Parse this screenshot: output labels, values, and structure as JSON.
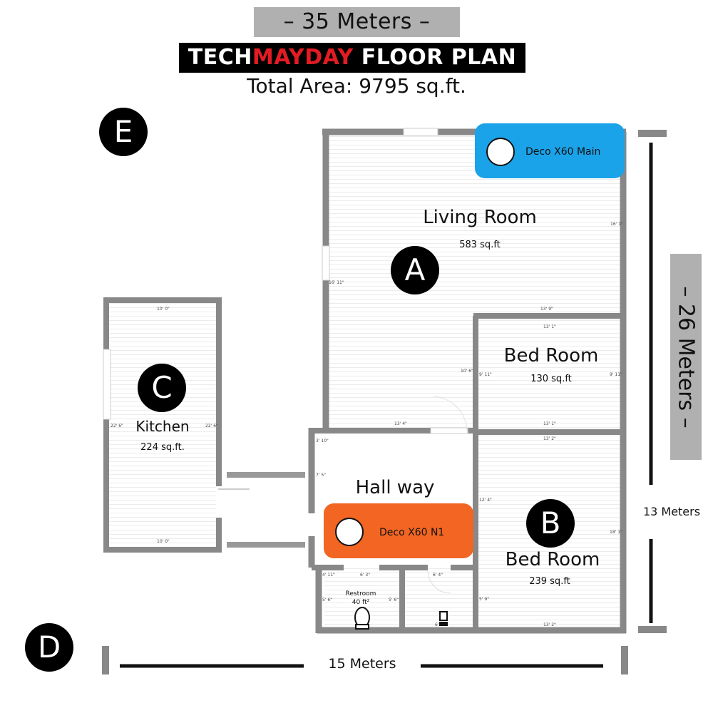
{
  "header": {
    "width_label": "– 35 Meters –",
    "title_part1": "TECH",
    "title_part2": "MAYDAY",
    "title_part3": " FLOOR PLAN",
    "total_area": "Total Area: 9795 sq.ft."
  },
  "side": {
    "height_label": "– 26 Meters –",
    "right_dim": "13 Meters",
    "bottom_dim": "15 Meters"
  },
  "markers": {
    "a": "A",
    "b": "B",
    "c": "C",
    "d": "D",
    "e": "E"
  },
  "rooms": {
    "living": {
      "name": "Living Room",
      "area": "583 sq.ft"
    },
    "bed1": {
      "name": "Bed Room",
      "area": "130 sq.ft"
    },
    "bed2": {
      "name": "Bed Room",
      "area": "239 sq.ft"
    },
    "kitchen": {
      "name": "Kitchen",
      "area": "224 sq.ft."
    },
    "hall": {
      "name": "Hall way"
    },
    "restroom": {
      "name": "Restroom",
      "area": "40 ft²"
    }
  },
  "devices": {
    "main": {
      "label": "Deco X60 Main",
      "color": "#1aa3e8"
    },
    "n1": {
      "label": "Deco X60 N1",
      "color": "#f26522"
    }
  },
  "wall_dims": [
    "10' 0\"",
    "10' 0\"",
    "22' 6\"",
    "22' 6\"",
    "16' 11\"",
    "16' 1\"",
    "13' 9\"",
    "13' 1\"",
    "10' 6\"",
    "9' 11\"",
    "9' 11\"",
    "13' 1\"",
    "13' 4\"",
    "13' 2\"",
    "12' 4\"",
    "18' 1\"",
    "13' 2\"",
    "5' 9\"",
    "3' 10\"",
    "7' 5\"",
    "6' 3\"",
    "6' 4\"",
    "5' 6\"",
    "5' 6\"",
    "4' 11\"",
    "6'"
  ]
}
